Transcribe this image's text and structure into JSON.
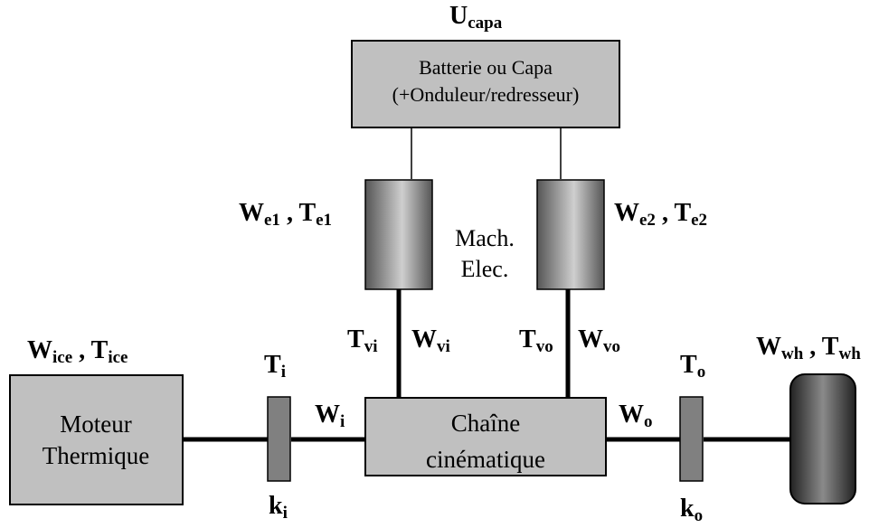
{
  "battery": {
    "label_line1": "Batterie ou Capa",
    "label_line2": "(+Onduleur/redresseur)",
    "voltage_main": "U",
    "voltage_sub": "capa"
  },
  "machines": {
    "label_line1": "Mach.",
    "label_line2": "Elec.",
    "m1": {
      "w": "W",
      "w_sub": "e1",
      "sep": " , ",
      "t": "T",
      "t_sub": "e1"
    },
    "m2": {
      "w": "W",
      "w_sub": "e2",
      "sep": " , ",
      "t": "T",
      "t_sub": "e2"
    }
  },
  "shafts": {
    "vi": {
      "t": "T",
      "t_sub": "vi",
      "w": "W",
      "w_sub": "vi"
    },
    "vo": {
      "t": "T",
      "t_sub": "vo",
      "w": "W",
      "w_sub": "vo"
    }
  },
  "engine": {
    "label_line1": "Moteur",
    "label_line2": "Thermique",
    "w": "W",
    "w_sub": "ice",
    "sep": " , ",
    "t": "T",
    "t_sub": "ice"
  },
  "gearbox": {
    "label_line1": "Chaîne",
    "label_line2": "cinématique"
  },
  "input_ratio": {
    "t": "T",
    "t_sub": "i",
    "k": "k",
    "k_sub": "i",
    "w": "W",
    "w_sub": "i"
  },
  "output_ratio": {
    "t": "T",
    "t_sub": "o",
    "k": "k",
    "k_sub": "o",
    "w": "W",
    "w_sub": "o"
  },
  "wheel": {
    "w": "W",
    "w_sub": "wh",
    "sep": " , ",
    "t": "T",
    "t_sub": "wh"
  },
  "colors": {
    "box_fill": "#c0c0c0",
    "stroke": "#000000",
    "clutch_fill": "#808080"
  }
}
